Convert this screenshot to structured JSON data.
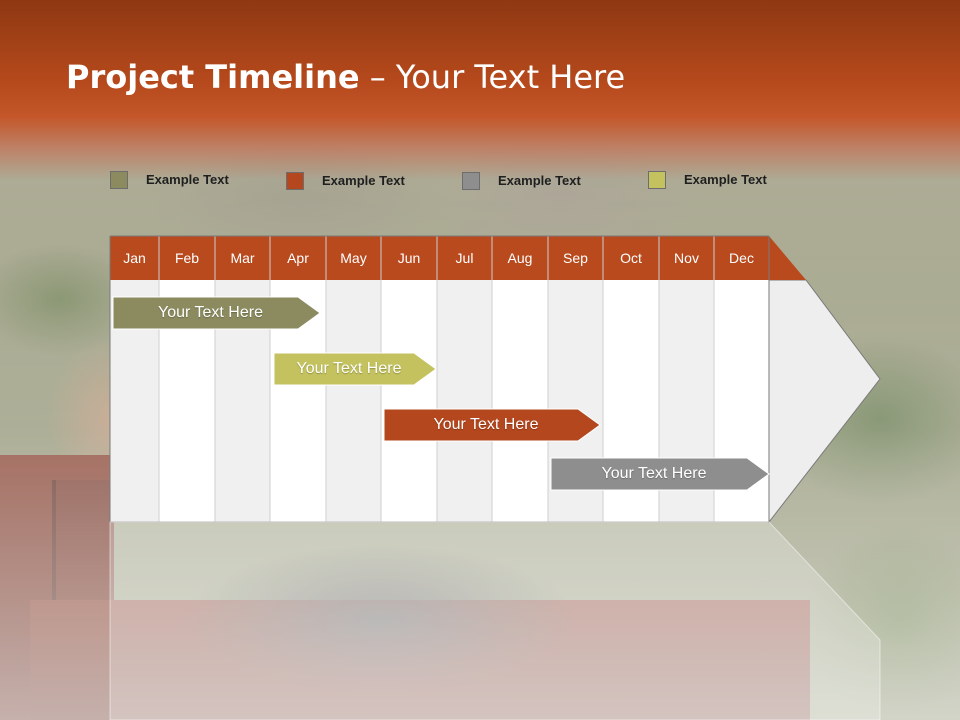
{
  "header": {
    "title_bold": "Project Timeline",
    "title_rest": " – Your Text Here"
  },
  "colors": {
    "accent": "#b84a1e",
    "olive": "#8b8b5f",
    "rust": "#b4471e",
    "gray": "#8e8e8e",
    "lime": "#c3c25e"
  },
  "legend": [
    {
      "label": "Example Text",
      "color": "#8b8b5f"
    },
    {
      "label": "Example Text",
      "color": "#b4471e"
    },
    {
      "label": "Example Text",
      "color": "#8e8e8e"
    },
    {
      "label": "Example Text",
      "color": "#c3c25e"
    }
  ],
  "timeline": {
    "months": [
      "Jan",
      "Feb",
      "Mar",
      "Apr",
      "May",
      "Jun",
      "Jul",
      "Aug",
      "Sep",
      "Oct",
      "Nov",
      "Dec"
    ],
    "bars": [
      {
        "label": "Your  Text Here",
        "start": "Jan",
        "end": "Apr",
        "color": "#8b8b5f"
      },
      {
        "label": "Your  Text Here",
        "start": "Apr",
        "end": "Jun",
        "color": "#c3c25e"
      },
      {
        "label": "Your  Text Here",
        "start": "Jun",
        "end": "Sep",
        "color": "#b4471e"
      },
      {
        "label": "Your  Text Here",
        "start": "Sep",
        "end": "Dec",
        "color": "#8e8e8e"
      }
    ]
  }
}
